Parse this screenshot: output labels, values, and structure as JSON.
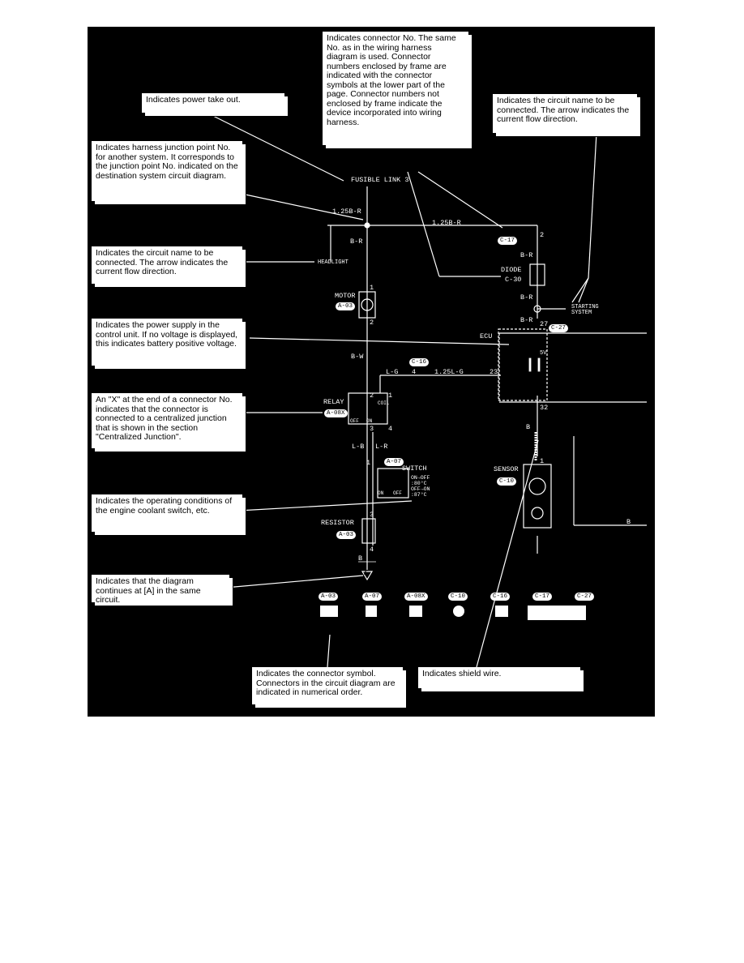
{
  "callouts": {
    "power_takeout": "Indicates power take out.",
    "connector_no": "Indicates connector No. The same No. as in the wiring harness diagram is used. Connector numbers enclosed by frame are indicated with the connector symbols at the lower part of the page. Connector numbers not enclosed by frame indicate the device incorporated into wiring harness.",
    "circuit_name_right": "Indicates the circuit name to be connected. The arrow indicates the current flow direction.",
    "harness_junction": "Indicates harness junction point No. for another system. It corresponds to the junction point No. indicated on the destination system circuit diagram.",
    "circuit_name_left": "Indicates the circuit name to be connected. The arrow indicates the current flow direction.",
    "power_supply": "Indicates the power supply in the control unit. If no voltage is displayed, this indicates battery positive voltage.",
    "x_connector": "An \"X\" at the end of a connector No. indicates that the connector is connected to a centralized junction that is shown in the section \"Centralized Junction\".",
    "operating_conditions": "Indicates the operating conditions of the engine coolant switch, etc.",
    "diagram_continues": "Indicates that the diagram continues at [A] in the same circuit.",
    "connector_symbol": "Indicates the connector symbol. Connectors in the circuit diagram are indicated in numerical order.",
    "shield_wire": "Indicates shield wire."
  },
  "labels": {
    "fusible_link": "FUSIBLE LINK",
    "fusible_link_no": "3",
    "wire_125br_left": "1.25B-R",
    "wire_125br_top": "1.25B-R",
    "wire_br_1": "B-R",
    "wire_br_2": "B-R",
    "wire_br_3": "B-R",
    "wire_br_4": "B-R",
    "headlight": "HEADLIGHT",
    "motor": "MOTOR",
    "diode": "DIODE",
    "diode_conn": "C-30",
    "starting_system": "STARTING SYSTEM",
    "ecu": "ECU",
    "ecu_voltage": "5V",
    "wire_bw": "B-W",
    "wire_lg": "L-G",
    "wire_125lg": "1.25L-G",
    "relay": "RELAY",
    "relay_off": "OFF",
    "relay_on": "ON",
    "relay_coil": "COIL",
    "wire_lb": "L-B",
    "wire_lr": "L-R",
    "switch": "SWITCH",
    "switch_cond": "ON→OFF\n:80°C\nOFF→ON\n:87°C",
    "switch_on": "ON",
    "switch_off": "OFF",
    "resistor": "RESISTOR",
    "wire_b_1": "B",
    "wire_b_2": "B",
    "wire_b_3": "B",
    "sensor": "SENSOR",
    "continue_letter": "A",
    "pin_2_motor_top": "1",
    "pin_2_motor_bot": "2",
    "pin_c17": "2",
    "pin_c27": "27",
    "pin_ecu_23": "23",
    "pin_lg_4": "4",
    "pin_relay_2": "2",
    "pin_relay_1": "1",
    "pin_relay_3": "3",
    "pin_relay_4": "4",
    "pin_switch_1": "1",
    "pin_res_3": "3",
    "pin_res_4": "4",
    "pin_32": "32",
    "pin_sensor_1": "1"
  },
  "connectors": {
    "motor": "A-03",
    "c17": "C-17",
    "c27": "C-27",
    "c16": "C-16",
    "relay": "A-08X",
    "switch": "A-07",
    "sensor": "C-10",
    "resistor": "A-03"
  },
  "legend": [
    "A-03",
    "A-07",
    "A-08X",
    "C-10",
    "C-16",
    "C-17",
    "C-27"
  ]
}
